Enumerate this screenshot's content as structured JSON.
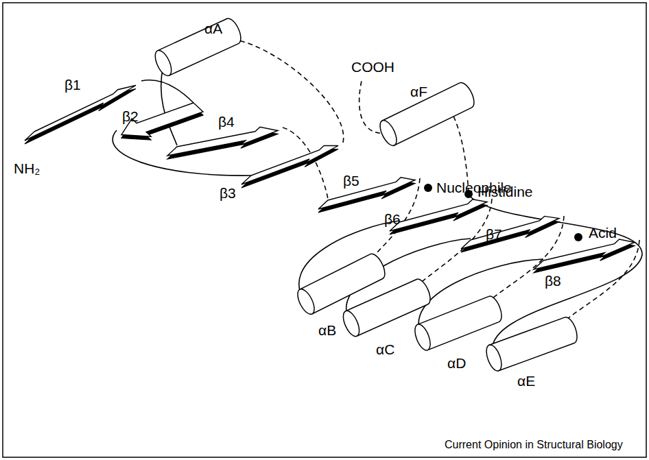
{
  "diagram": {
    "labels": [
      "β1",
      "β2",
      "αA",
      "COOH",
      "αF",
      "NH₂",
      "β4",
      "β3",
      "β5",
      "Nucleophile",
      "Histidine",
      "β6",
      "β7",
      "Acid",
      "β8",
      "αB",
      "αC",
      "αD",
      "αE",
      "Current Opinion in Structural Biology"
    ]
  }
}
